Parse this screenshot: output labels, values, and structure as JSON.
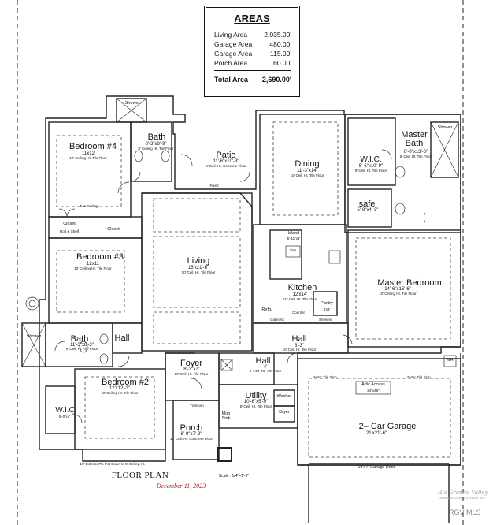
{
  "areas": {
    "title": "AREAS",
    "rows": [
      {
        "label": "Living Area",
        "value": "2,035.00'"
      },
      {
        "label": "Garage Area",
        "value": "480.00'"
      },
      {
        "label": "Garage Area",
        "value": "115.00'"
      },
      {
        "label": "Porch Area",
        "value": "60.00'"
      }
    ],
    "total_label": "Total Area",
    "total_value": "2,690.00'"
  },
  "rooms": {
    "bedroom4": {
      "name": "Bedroom #4",
      "dims": "11x12",
      "note": "10' Ceiling Ht. Tile Floor"
    },
    "bath_top": {
      "name": "Bath",
      "dims": "8'-3\"x8'-9\"",
      "note": "8' Ceiling Ht. Tile Floor"
    },
    "shower_top": {
      "name": "Shower"
    },
    "patio": {
      "name": "Patio",
      "dims": "11'-6\"x10'-3\"",
      "note": "8' Ceil. Ht. Concrete Floor"
    },
    "dining": {
      "name": "Dining",
      "dims": "11'-3\"x14'",
      "note": "10' Ceil. Ht. Tile Floor"
    },
    "master_bath": {
      "name": "Master Bath",
      "dims": "8'-8\"x13'-6\"",
      "note": "8' Ceil. Ht. Tile Floor"
    },
    "shower_master": {
      "name": "Shower"
    },
    "wic_master": {
      "name": "W.I.C.",
      "dims": "5'-6\"x10'-9\"",
      "note": "8' Ceil. Ht. Tile Floor"
    },
    "safe": {
      "name": "safe",
      "dims": "5'-9\"x4'-3\""
    },
    "closet": {
      "name": "Closet"
    },
    "rod_shelf": {
      "name": "Rod & Shelf"
    },
    "bedroom3": {
      "name": "Bedroom #3",
      "dims": "12x11",
      "note": "10' Ceiling Ht. Tile Floor"
    },
    "living": {
      "name": "Living",
      "dims": "15'x21'-6\"",
      "note": "10' Ceil. Ht. Tile Floor"
    },
    "island": {
      "name": "Island",
      "dims": "5'-11\"x4'"
    },
    "sink": {
      "name": "Sink"
    },
    "kitchen": {
      "name": "Kitchen",
      "dims": "12'x14'",
      "note": "10' Ceil. Ht. Tile Floor"
    },
    "pantry": {
      "name": "Pantry",
      "dims": "4'x4'"
    },
    "refg": {
      "name": "Refg."
    },
    "counter": {
      "name": "Counter"
    },
    "cabinets": {
      "name": "Cabinets"
    },
    "shelves": {
      "name": "Shelves"
    },
    "master_bedroom": {
      "name": "Master Bedroom",
      "dims": "14'-6\"x16'-6\"",
      "note": "10' Ceiling Ht. Tile Floor"
    },
    "hall_right": {
      "name": "Hall",
      "dims": "6'-3\"",
      "note": "10' Ceil. Ht. Tile Floor"
    },
    "bath_left": {
      "name": "Bath",
      "dims": "11'-3\"x8'-3\"",
      "note": "8' Ceil. Ht. Tile Floor"
    },
    "hall_left": {
      "name": "Hall"
    },
    "shower_left": {
      "name": "Shower"
    },
    "foyer": {
      "name": "Foyer",
      "dims": "8'-3\"x7'",
      "note": "10' Ceil. Ht. Tile Floor"
    },
    "hall_center": {
      "name": "Hall",
      "dims": "4'",
      "note": "8' Ceil. Ht. Tile Floor"
    },
    "bedroom2": {
      "name": "Bedroom #2",
      "dims": "12'x12'-3\"",
      "note": "10' Ceiling Ht. Tile Floor"
    },
    "wic_left": {
      "name": "W.I.C.",
      "dims": "5'-0\"x4'"
    },
    "utility": {
      "name": "Utility",
      "dims": "10'-6\"x5'-9\"",
      "note": "8' Ceil. Ht. Tile Floor"
    },
    "washer": {
      "name": "Washer"
    },
    "dryer": {
      "name": "Dryer"
    },
    "mop_sink": {
      "name": "Mop Sink"
    },
    "porch": {
      "name": "Porch",
      "dims": "8'-9\"x7'-3\"",
      "note": "10' Ceil. Ht. Concrete Floor"
    },
    "garage": {
      "name": "2– Car Garage",
      "dims": "21'x21'-6\""
    },
    "attic": {
      "name": "Attic Access",
      "dims": "24\"x48\""
    },
    "garage_door": {
      "name": "18'x7' Garage Door"
    },
    "wh": {
      "name": "WH"
    }
  },
  "labels": {
    "floor_plan": "FLOOR PLAN",
    "scale": "Scale : 1/4\"=1'-0\"",
    "date": "December 11, 2023",
    "note_slope_left": "Note: Tile Slop",
    "note_slope_right": "Note: Tile Slop",
    "fan_ceiling": "Fan Ceiling",
    "fixed": "Fixed",
    "transom": "Transom",
    "note_bottom": "10' Exterior Plt. Pot-Down to 8' Ceiling Ht."
  },
  "watermark": {
    "brand": "Rio Grande Valley",
    "sub": "Multiple Listing Service, Inc.",
    "mls": "RGV MLS"
  }
}
